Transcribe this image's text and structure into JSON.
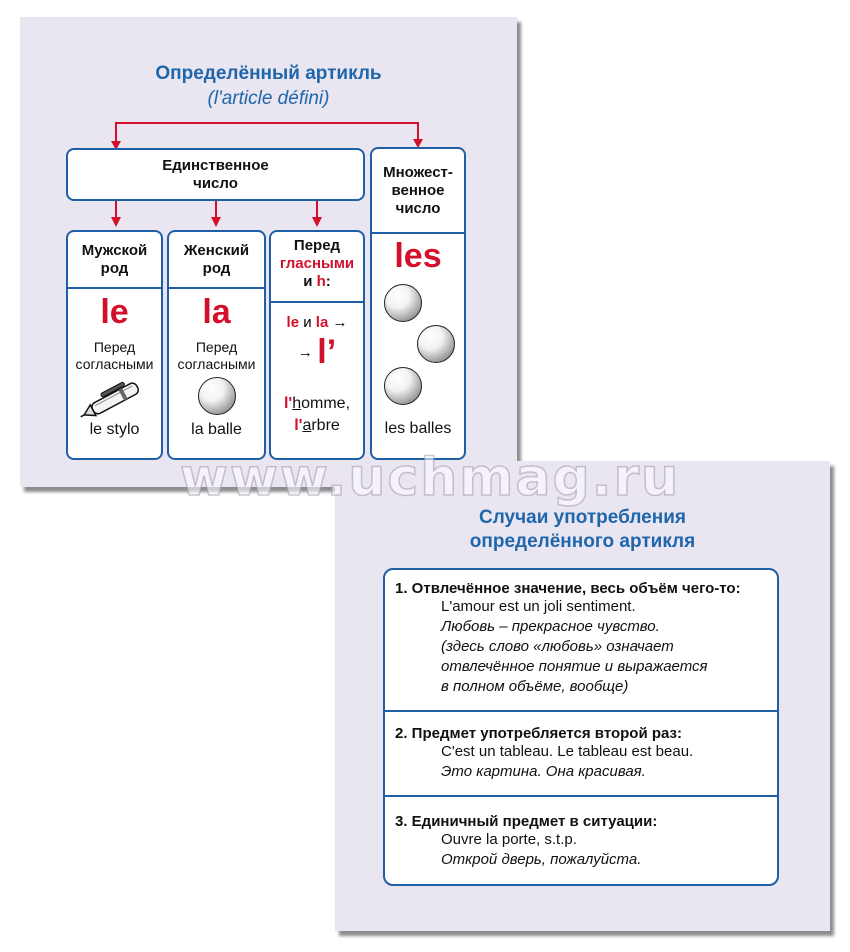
{
  "card1": {
    "title": "Определённый артикль",
    "subtitle": "(l'article défini)",
    "singular": "Единственное число",
    "plural_lines": [
      "Множест-",
      "венное",
      "число"
    ],
    "columns": [
      {
        "head": [
          "Мужской",
          "род"
        ],
        "article": "le",
        "before": "Перед",
        "before_red": "согласными",
        "example": "le stylo"
      },
      {
        "head": [
          "Женский",
          "род"
        ],
        "article": "la",
        "before": "Перед",
        "before_red": "согласными",
        "example": "la balle"
      }
    ],
    "vowel_col": {
      "head1": "Перед",
      "head_red": "гласными",
      "head_and": "и",
      "head_h": "h",
      "head_colon": ":",
      "rule_le": "le",
      "rule_and": "и",
      "rule_la": "la",
      "arrow": "→",
      "result": "l’",
      "ex1_red": "l'",
      "ex1_u": "h",
      "ex1_rest": "omme,",
      "ex2_red": "l'",
      "ex2_u": "a",
      "ex2_rest": "rbre"
    },
    "plural_col": {
      "article": "les",
      "example": "les balles"
    }
  },
  "card2": {
    "title_lines": [
      "Случаи употребления",
      "определённого артикля"
    ],
    "cases": [
      {
        "head": "1. Отвлечённое значение, весь объём чего-то:",
        "lines": [
          {
            "t": "L'amour est un joli sentiment.",
            "i": false
          },
          {
            "t": "Любовь – прекрасное чувство.",
            "i": true
          },
          {
            "t": "(здесь слово «любовь» означает",
            "i": true
          },
          {
            "t": "отвлечённое понятие и выражается",
            "i": true
          },
          {
            "t": "в полном объёме, вообще)",
            "i": true
          }
        ]
      },
      {
        "head": "2. Предмет употребляется второй раз:",
        "lines": [
          {
            "t": "C'est un tableau. Le tableau est beau.",
            "i": false
          },
          {
            "t": "Это картина. Она красивая.",
            "i": true
          }
        ]
      },
      {
        "head": "3. Единичный предмет в ситуации:",
        "lines": [
          {
            "t": "Ouvre la porte, s.t.p.",
            "i": false
          },
          {
            "t": "Открой дверь, пожалуйста.",
            "i": true
          }
        ]
      }
    ]
  },
  "watermark": "www.uchmag.ru",
  "colors": {
    "blue": "#1f66aa",
    "red": "#d3102b",
    "card_bg": "#e9e5f1"
  }
}
